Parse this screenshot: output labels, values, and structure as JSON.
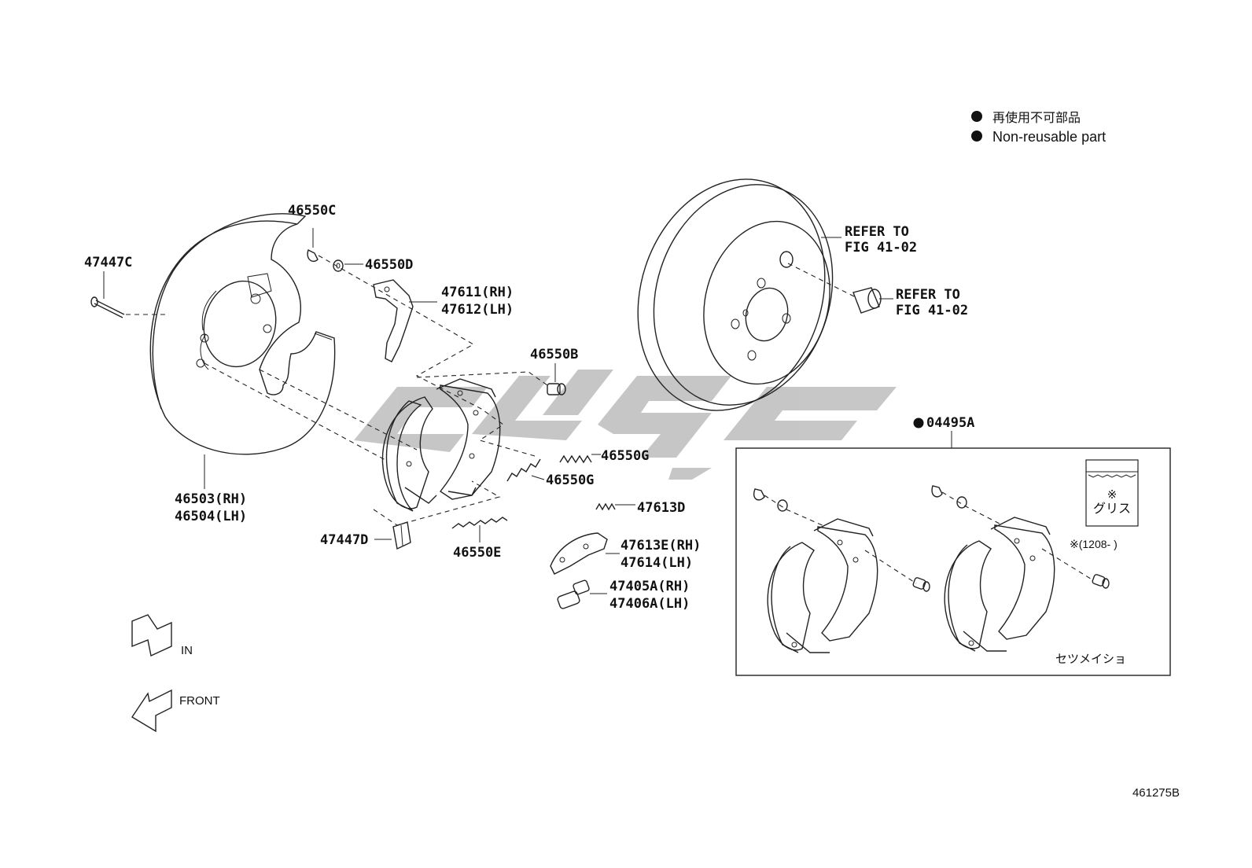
{
  "legend": {
    "jp": "再使用不可部品",
    "en": "Non-reusable part"
  },
  "labels": {
    "p47447C": "47447C",
    "p46550C": "46550C",
    "p46550D": "46550D",
    "p47611": "47611(RH)",
    "p47612": "47612(LH)",
    "p46550B": "46550B",
    "p46550G_a": "46550G",
    "p46550G_b": "46550G",
    "p47613D": "47613D",
    "p47613E": "47613E(RH)",
    "p47614": "47614(LH)",
    "p47405A": "47405A(RH)",
    "p47406A": "47406A(LH)",
    "p46550E": "46550E",
    "p47447D": "47447D",
    "p46503": "46503(RH)",
    "p46504": "46504(LH)",
    "p04495A": "04495A",
    "refer1_l1": "REFER TO",
    "refer1_l2": "FIG 41-02",
    "refer2_l1": "REFER TO",
    "refer2_l2": "FIG 41-02"
  },
  "kit": {
    "grease_mark": "※",
    "grease_label": "グリス",
    "note": "※(1208-      )",
    "caption": "セツメイショ"
  },
  "arrows": {
    "in": "IN",
    "front": "FRONT"
  },
  "figure_id": "461275B",
  "colors": {
    "ink": "#222222",
    "watermark": "#bdbdbd"
  }
}
